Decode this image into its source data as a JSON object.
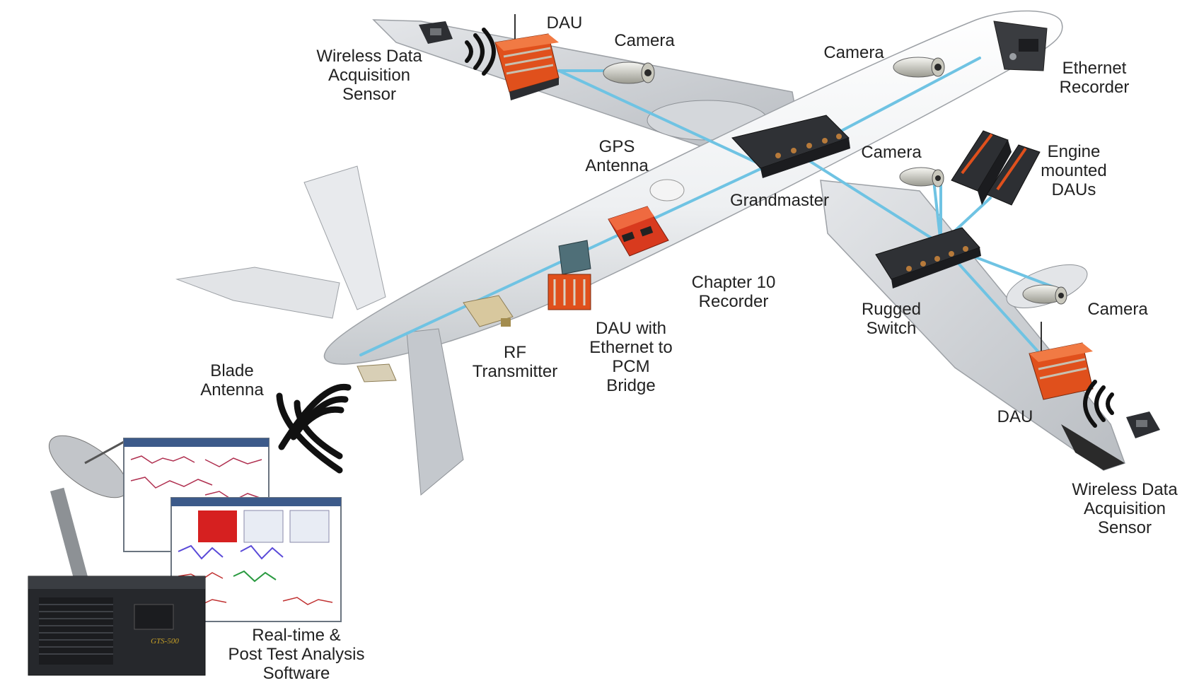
{
  "colors": {
    "fuselage": "#eef0f2",
    "wing": "#cfd2d6",
    "wing_shadow": "#9a9ea3",
    "cable": "#6fc3e3",
    "dau_orange": "#e0501c",
    "recorder_red": "#d83a1e",
    "device_dark": "#2b2d31",
    "text": "#222222",
    "gts_badge": "#c9a227"
  },
  "labels": {
    "dau_top": [
      "DAU"
    ],
    "camera_left_wing": [
      "Camera"
    ],
    "camera_nose": [
      "Camera"
    ],
    "ethernet_recorder": [
      "Ethernet",
      "Recorder"
    ],
    "wireless_top": [
      "Wireless Data",
      "Acquisition",
      "Sensor"
    ],
    "gps_antenna": [
      "GPS",
      "Antenna"
    ],
    "grandmaster": [
      "Grandmaster"
    ],
    "camera_right_engine": [
      "Camera"
    ],
    "engine_daus": [
      "Engine",
      "mounted",
      "DAUs"
    ],
    "chapter10": [
      "Chapter 10",
      "Recorder"
    ],
    "rugged_switch": [
      "Rugged",
      "Switch"
    ],
    "camera_right_wing": [
      "Camera"
    ],
    "dau_ethernet_pcm": [
      "DAU with",
      "Ethernet to",
      "PCM",
      "Bridge"
    ],
    "rf_transmitter": [
      "RF",
      "Transmitter"
    ],
    "blade_antenna": [
      "Blade",
      "Antenna"
    ],
    "dau_bottom": [
      "DAU"
    ],
    "wireless_bottom": [
      "Wireless Data",
      "Acquisition",
      "Sensor"
    ],
    "software": [
      "Real-time &",
      "Post Test Analysis",
      "Software"
    ]
  },
  "ground_station": {
    "badge": "GTS-500"
  },
  "icons": [
    "wireless-signal-icon",
    "satellite-dish-icon",
    "camera-icon",
    "gps-dome-icon"
  ]
}
